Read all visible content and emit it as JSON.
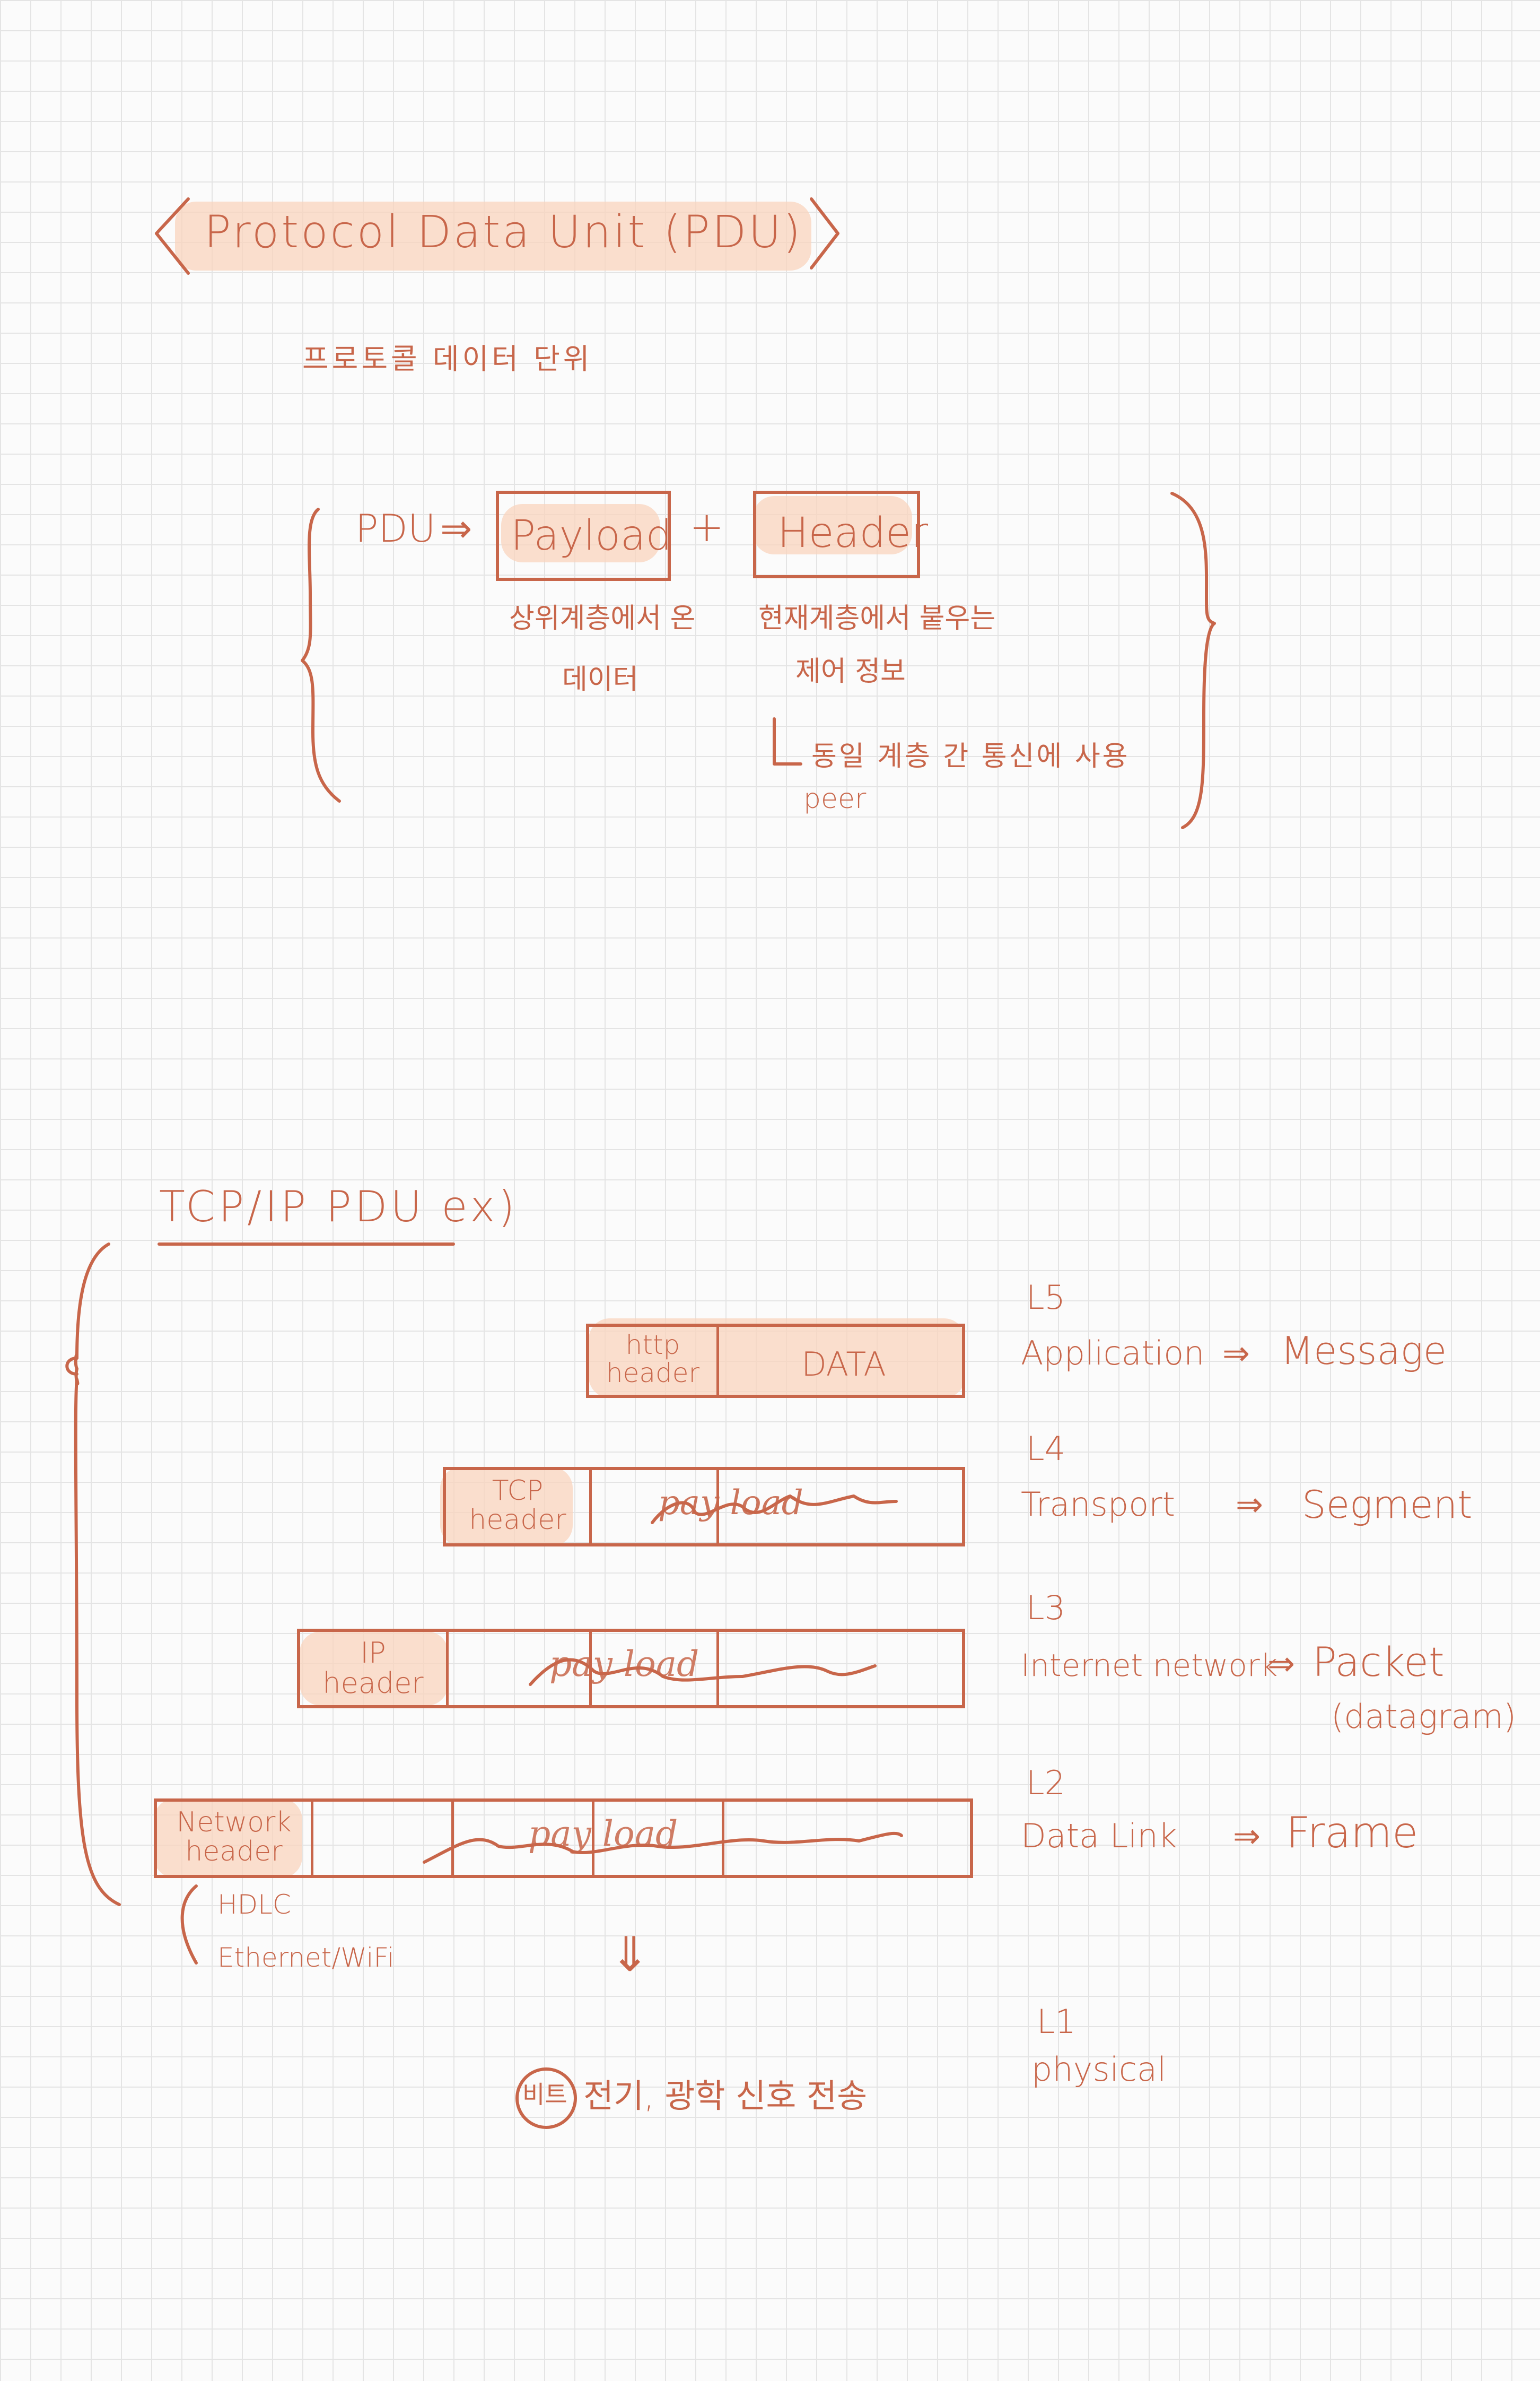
{
  "pdu_section": {
    "title": "Protocol Data Unit (PDU)",
    "subtitle_ko": "프로토콜 데이터 단위",
    "pdu_label": "PDU",
    "arrow": "⇒",
    "payload_box": "Payload",
    "plus": "+",
    "header_box": "Header",
    "payload_note_line1": "상위계층에서 온",
    "payload_note_line2": "데이터",
    "header_note_line1": "현재계층에서 붙우는",
    "header_note_line2": "제어 정보",
    "peer_note_arrow": "↳",
    "peer_note": "동일 계층 간 통신에 사용",
    "peer_word": "peer"
  },
  "tcpip_section": {
    "title": "TCP/IP PDU ex)",
    "rows": [
      {
        "header_label_line1": "http",
        "header_label_line2": "header",
        "content": "DATA",
        "layer_number": "L5",
        "layer_name": "Application",
        "arrow": "⇒",
        "pdu_name": "Message",
        "pdu_note": ""
      },
      {
        "header_label_line1": "TCP",
        "header_label_line2": "header",
        "content": "pay load",
        "layer_number": "L4",
        "layer_name": "Transport",
        "arrow": "⇒",
        "pdu_name": "Segment",
        "pdu_note": ""
      },
      {
        "header_label_line1": "IP",
        "header_label_line2": "header",
        "content": "pay load",
        "layer_number": "L3",
        "layer_name": "Internet network",
        "arrow": "⇒",
        "pdu_name": "Packet",
        "pdu_note": "(datagram)"
      },
      {
        "header_label_line1": "Network",
        "header_label_line2": "header",
        "content": "pay load",
        "layer_number": "L2",
        "layer_name": "Data Link",
        "arrow": "⇒",
        "pdu_name": "Frame",
        "pdu_note": ""
      }
    ],
    "network_header_notes": [
      "HDLC",
      "Ethernet/WiFi"
    ],
    "down_arrow": "⇓",
    "physical_circled": "비트",
    "physical_note": "전기, 광학 신호 전송",
    "physical_layer_number": "L1",
    "physical_layer_name": "physical"
  },
  "colors": {
    "ink": "#c8664a",
    "highlight": "#fad4be",
    "grid": "#e4e4e4",
    "paper": "#fbfbfb"
  }
}
